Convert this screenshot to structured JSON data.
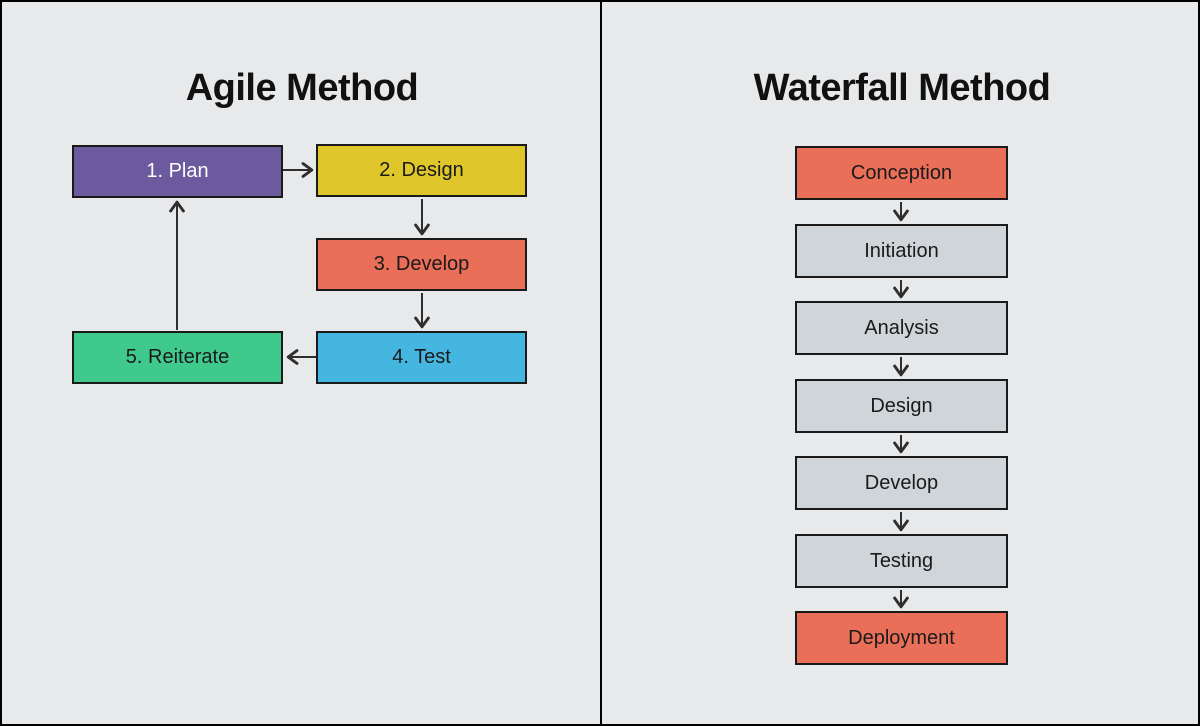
{
  "agile": {
    "title": "Agile Method",
    "steps": [
      {
        "label": "1. Plan",
        "fill": "#6B5A9E",
        "text": "#FFFFFF"
      },
      {
        "label": "2. Design",
        "fill": "#DFC72B",
        "text": "#1A1A1A"
      },
      {
        "label": "3. Develop",
        "fill": "#EA6F58",
        "text": "#1A1A1A"
      },
      {
        "label": "4. Test",
        "fill": "#45B6E0",
        "text": "#1A1A1A"
      },
      {
        "label": "5. Reiterate",
        "fill": "#40C98D",
        "text": "#1A1A1A"
      }
    ],
    "flow": [
      {
        "from": "1. Plan",
        "to": "2. Design"
      },
      {
        "from": "2. Design",
        "to": "3. Develop"
      },
      {
        "from": "3. Develop",
        "to": "4. Test"
      },
      {
        "from": "4. Test",
        "to": "5. Reiterate"
      },
      {
        "from": "5. Reiterate",
        "to": "1. Plan"
      }
    ]
  },
  "waterfall": {
    "title": "Waterfall Method",
    "steps": [
      {
        "label": "Conception",
        "fill": "#EA6F58",
        "text": "#1A1A1A"
      },
      {
        "label": "Initiation",
        "fill": "#D0D5D9",
        "text": "#1A1A1A"
      },
      {
        "label": "Analysis",
        "fill": "#D0D5D9",
        "text": "#1A1A1A"
      },
      {
        "label": "Design",
        "fill": "#D0D5D9",
        "text": "#1A1A1A"
      },
      {
        "label": "Develop",
        "fill": "#D0D5D9",
        "text": "#1A1A1A"
      },
      {
        "label": "Testing",
        "fill": "#D0D5D9",
        "text": "#1A1A1A"
      },
      {
        "label": "Deployment",
        "fill": "#EA6F58",
        "text": "#1A1A1A"
      }
    ],
    "flow": [
      {
        "from": "Conception",
        "to": "Initiation"
      },
      {
        "from": "Initiation",
        "to": "Analysis"
      },
      {
        "from": "Analysis",
        "to": "Design"
      },
      {
        "from": "Design",
        "to": "Develop"
      },
      {
        "from": "Develop",
        "to": "Testing"
      },
      {
        "from": "Testing",
        "to": "Deployment"
      }
    ]
  },
  "colors": {
    "background": "#E8E9EB",
    "outer_border": "#000000",
    "box_border": "#1A1A1A",
    "arrow": "#2E2E2E"
  }
}
